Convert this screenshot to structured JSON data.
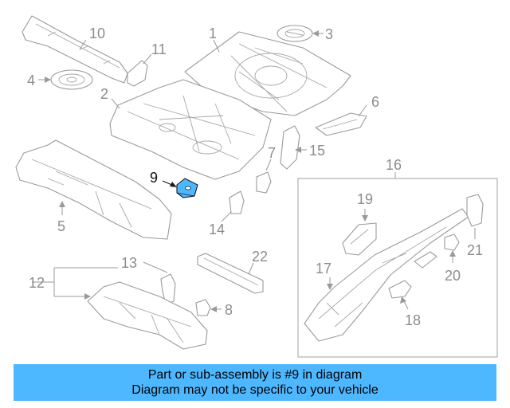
{
  "diagram": {
    "callouts": {
      "c1": "1",
      "c2": "2",
      "c3": "3",
      "c4": "4",
      "c5": "5",
      "c6": "6",
      "c7": "7",
      "c8": "8",
      "c9": "9",
      "c10": "10",
      "c11": "11",
      "c12": "12",
      "c13": "13",
      "c14": "14",
      "c15": "15",
      "c16": "16",
      "c17": "17",
      "c18": "18",
      "c19": "19",
      "c20": "20",
      "c21": "21",
      "c22": "22"
    },
    "highlighted_part": "9",
    "highlight_color": "#4db8ff"
  },
  "banner": {
    "line1": "Part or sub-assembly is #9 in diagram",
    "line2": "Diagram may not be specific to your vehicle",
    "background": "#4db8ff"
  }
}
